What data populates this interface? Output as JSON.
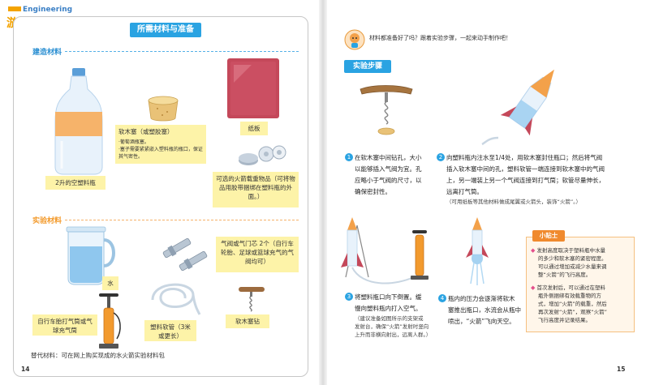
{
  "brand": {
    "en": "Engineering",
    "cn": "游戏工程"
  },
  "left": {
    "title": "所需材料与准备",
    "build_section": "建造材料",
    "exp_section": "实验材料",
    "items": {
      "bottle": "2升的空塑料瓶",
      "cork_title": "软木塞（或塑胶塞）",
      "cork_note1": "·葡萄酒瓶塞。",
      "cork_note2": "·塞子需要紧紧嵌入塑料瓶的瓶口，保证其气密性。",
      "cardboard": "纸板",
      "weights": "可选的火箭载重物品（可将物品用胶带捆绑在塑料瓶的外面。）",
      "water": "水",
      "valve": "气阀或气门芯 2个（自行车轮胎、足球或篮球充气的气阀均可）",
      "pump": "自行车胎打气筒或气球充气筒",
      "tube": "塑料软管（3米或更长）",
      "corkscrew": "软木塞钻"
    },
    "alt": "替代材料：可在网上购买现成的水火箭实验材料包",
    "page": "14"
  },
  "right": {
    "intro": "材料都准备好了吗？跟着实验步骤，一起来动手制作吧！",
    "steps_title": "实验步骤",
    "step1": [
      "在软木塞中间钻孔，大小",
      "以能够插入气阀为宜。孔",
      "应略小于气阀的尺寸，以",
      "确保密封性。"
    ],
    "step2": [
      "向塑料瓶内注水至1/4处，用软木塞封住瓶口；然后将气阀",
      "插入软木塞中间的孔，塑料软管一端连接到软木塞中的气阀",
      "上，另一端装上另一个气阀连接到打气筒；软管尽量伸长，",
      "远离打气筒。"
    ],
    "step2_sub": "（可用纸板等其他材料做成尾翼或火箭头，装饰“火箭”。）",
    "step3": [
      "将塑料瓶口向下倒置。缓",
      "慢向塑料瓶内打入空气。"
    ],
    "step3_sub": [
      "（建议准备如图所示的支架或",
      "发射台，确保“火箭”发射时竖向",
      "上升而非横向射出，远离人群。）"
    ],
    "step4": [
      "瓶内的压力会逐渐将软木",
      "塞推出瓶口，水流会从瓶中",
      "喷出，“火箭”飞向天空。"
    ],
    "tip_title": "小贴士",
    "tip1": [
      "发射高度取决于塑料瓶中水量",
      "的多少和软木塞的紧密程度。",
      "可以通过增加或减少水量来调",
      "整“火箭”的飞行高度。"
    ],
    "tip2": [
      "首次发射后，可以通过在塑料",
      "瓶外侧捆绑有效载重物的方",
      "式，增加“火箭”的载重，然后",
      "再次发射“火箭”，观察“火箭”",
      "飞行高度并记录结果。"
    ],
    "page": "15"
  },
  "colors": {
    "accent_blue": "#2aa3e2",
    "accent_orange": "#f39a2b",
    "label_yellow": "#fdf3a8",
    "tip_bg": "#fff6ea"
  }
}
